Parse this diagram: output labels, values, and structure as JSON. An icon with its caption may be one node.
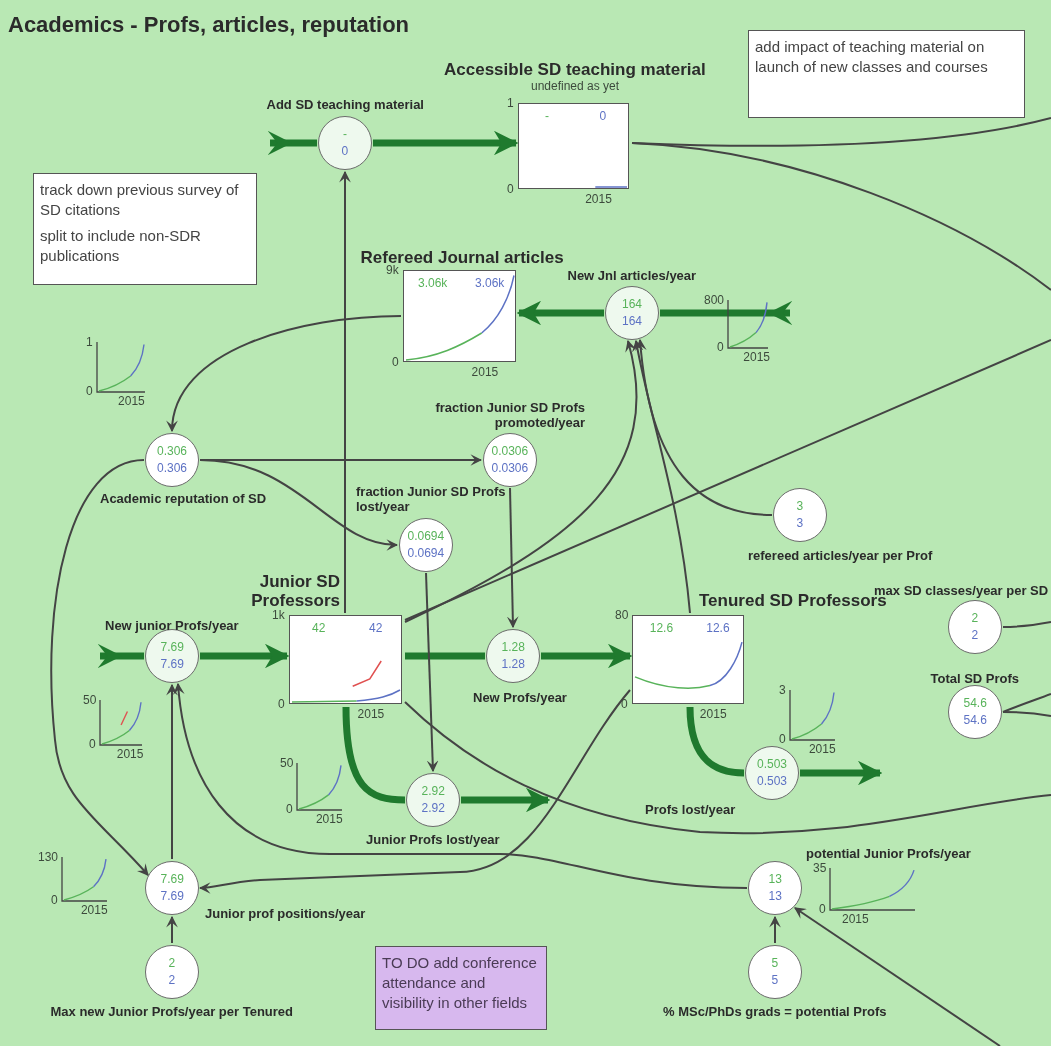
{
  "diagram": {
    "title": "Academics - Profs, articles, reputation",
    "nodes": [
      {
        "text": [
          "track down previous survey of SD citations",
          "split to include non-SDR publications"
        ]
      },
      {
        "text": [
          "Add SD teaching material",
          "-",
          "0"
        ]
      },
      {
        "text": [
          "Accessible SD teaching material",
          "undefined as yet",
          "-",
          "0"
        ],
        "beside": [
          "1",
          "0",
          "2015"
        ]
      },
      {
        "text": [
          "add impact of teaching material on launch of new classes and courses"
        ]
      },
      {
        "text": [
          "Refereed Journal articles",
          "3.06k",
          "3.06k"
        ],
        "beside": [
          "9k",
          "0",
          "2015"
        ]
      },
      {
        "text": [
          "New Jnl articles/year",
          "164",
          "164"
        ],
        "beside": [
          "800",
          "0",
          "2015"
        ]
      },
      {
        "text": [
          "0.306",
          "0.306",
          "Academic reputation of SD"
        ],
        "beside": [
          "1",
          "0",
          "2015"
        ]
      },
      {
        "text": [
          "fraction Junior SD Profs promoted/year",
          "0.0306",
          "0.0306"
        ]
      },
      {
        "text": [
          "fraction Junior SD Profs lost/year",
          "0.0694",
          "0.0694"
        ]
      },
      {
        "text": [
          "3",
          "3",
          "refereed articles/year per Prof"
        ]
      },
      {
        "text": [
          "New junior Profs/year",
          "7.69",
          "7.69"
        ],
        "beside": [
          "50",
          "0",
          "2015"
        ]
      },
      {
        "text": [
          "Junior SD Professors",
          "42",
          "42"
        ],
        "beside": [
          "1k",
          "0",
          "2015"
        ]
      },
      {
        "text": [
          "1.28",
          "1.28",
          "New Profs/year"
        ]
      },
      {
        "text": [
          "Tenured SD Professors",
          "12.6",
          "12.6"
        ],
        "beside": [
          "80",
          "0",
          "2015"
        ]
      },
      {
        "text": [
          "max SD classes/year per SD",
          "2",
          "2"
        ]
      },
      {
        "text": [
          "Total SD Profs",
          "54.6",
          "54.6"
        ]
      },
      {
        "text": [
          "0.503",
          "0.503",
          "Profs lost/year"
        ],
        "beside": [
          "3",
          "0",
          "2015"
        ]
      },
      {
        "text": [
          "2.92",
          "2.92",
          "Junior Profs lost/year"
        ],
        "beside": [
          "50",
          "0",
          "2015"
        ]
      },
      {
        "text": [
          "7.69",
          "7.69",
          "Junior prof positions/year"
        ],
        "beside": [
          "130",
          "0",
          "2015"
        ]
      },
      {
        "text": [
          "2",
          "2",
          "Max new Junior Profs/year per Tenured"
        ]
      },
      {
        "text": [
          "TO DO add conference attendance and visibility in other fields"
        ]
      },
      {
        "text": [
          "potential Junior Profs/year",
          "13",
          "13"
        ],
        "beside": [
          "35",
          "0",
          "2015"
        ]
      },
      {
        "text": [
          "5",
          "5",
          "% MSc/PhDs grads = potential Profs"
        ]
      }
    ],
    "edges": [
      {
        "from": null,
        "to": 1,
        "arrow": "other",
        "style": "thick",
        "color": "#1f7a2e"
      },
      {
        "from": 1,
        "to": 2,
        "arrow": "to",
        "style": "thick",
        "color": "#1f7a2e"
      },
      {
        "from": null,
        "to": 5,
        "arrow": "other",
        "style": "thick",
        "color": "#1f7a2e"
      },
      {
        "from": 5,
        "to": 4,
        "arrow": "to",
        "style": "thick",
        "color": "#1f7a2e"
      },
      {
        "from": null,
        "to": 10,
        "arrow": "other",
        "style": "thick",
        "color": "#1f7a2e"
      },
      {
        "from": 10,
        "to": 11,
        "arrow": "to",
        "style": "thick",
        "color": "#1f7a2e"
      },
      {
        "from": 11,
        "to": 12,
        "arrow": "none",
        "style": "thick",
        "color": "#1f7a2e"
      },
      {
        "from": 12,
        "to": 13,
        "arrow": "to",
        "style": "thick",
        "color": "#1f7a2e"
      },
      {
        "from": 11,
        "to": 17,
        "arrow": "none",
        "style": "thick",
        "color": "#1f7a2e"
      },
      {
        "from": 17,
        "to": null,
        "arrow": "to",
        "style": "thick",
        "color": "#1f7a2e"
      },
      {
        "from": 13,
        "to": 16,
        "arrow": "none",
        "style": "thick",
        "color": "#1f7a2e"
      },
      {
        "from": 16,
        "to": null,
        "arrow": "to",
        "style": "thick",
        "color": "#1f7a2e"
      },
      {
        "from": 11,
        "to": 1,
        "arrow": "to"
      },
      {
        "from": 4,
        "to": 6,
        "arrow": "to"
      },
      {
        "from": 6,
        "to": 7,
        "arrow": "to"
      },
      {
        "from": 6,
        "to": 8,
        "arrow": "to"
      },
      {
        "from": 8,
        "to": 17,
        "arrow": "to"
      },
      {
        "from": 7,
        "to": 12,
        "arrow": "to"
      },
      {
        "from": 11,
        "to": 5,
        "arrow": "to"
      },
      {
        "from": 13,
        "to": 5,
        "arrow": "to"
      },
      {
        "from": 9,
        "to": 5,
        "arrow": "to"
      },
      {
        "from": 6,
        "to": 18,
        "arrow": "to"
      },
      {
        "from": 18,
        "to": 10,
        "arrow": "to"
      },
      {
        "from": 19,
        "to": 18,
        "arrow": "to"
      },
      {
        "from": 21,
        "to": 10,
        "arrow": "to"
      },
      {
        "from": 13,
        "to": 18,
        "arrow": "to"
      },
      {
        "from": 22,
        "to": 21,
        "arrow": "to"
      },
      {
        "from": null,
        "to": 21,
        "arrow": "to"
      },
      {
        "from": 2,
        "to": null,
        "arrow": "none"
      },
      {
        "from": 2,
        "to": null,
        "arrow": "none"
      },
      {
        "from": 11,
        "to": null,
        "arrow": "none"
      },
      {
        "from": 11,
        "to": null,
        "arrow": "none"
      },
      {
        "from": 14,
        "to": null,
        "arrow": "none"
      },
      {
        "from": 15,
        "to": null,
        "arrow": "none"
      },
      {
        "from": 15,
        "to": null,
        "arrow": "none"
      }
    ]
  }
}
